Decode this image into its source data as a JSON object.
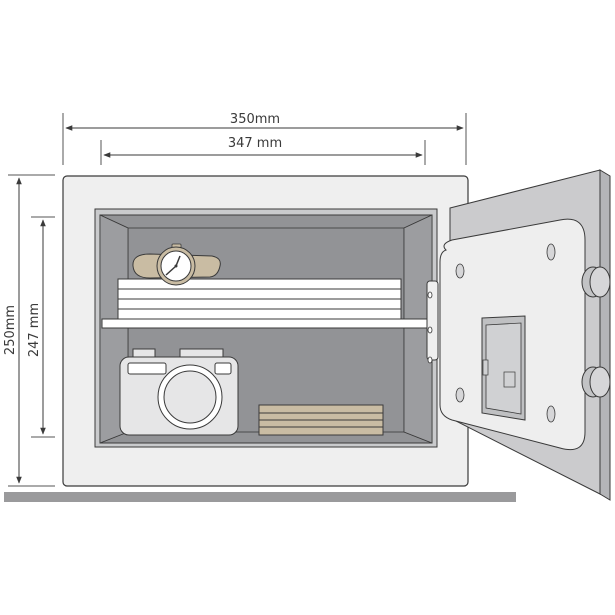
{
  "diagram": {
    "subject": "Electronic safe with door open",
    "dimensions": {
      "outer_width": "350mm",
      "inner_width": "347 mm",
      "outer_height": "250mm",
      "inner_height": "247 mm"
    },
    "contents": [
      "watch",
      "stack-of-papers",
      "camera",
      "stack-of-envelopes"
    ],
    "colors": {
      "line": "#3a3a3a",
      "body": "#efefef",
      "interior": "#929396",
      "interior_side": "#a7a8ab",
      "shelf": "#ffffff",
      "tan": "#c9bca3",
      "door_plate": "#c8c9cb",
      "ground": "#9a9a9c"
    }
  }
}
